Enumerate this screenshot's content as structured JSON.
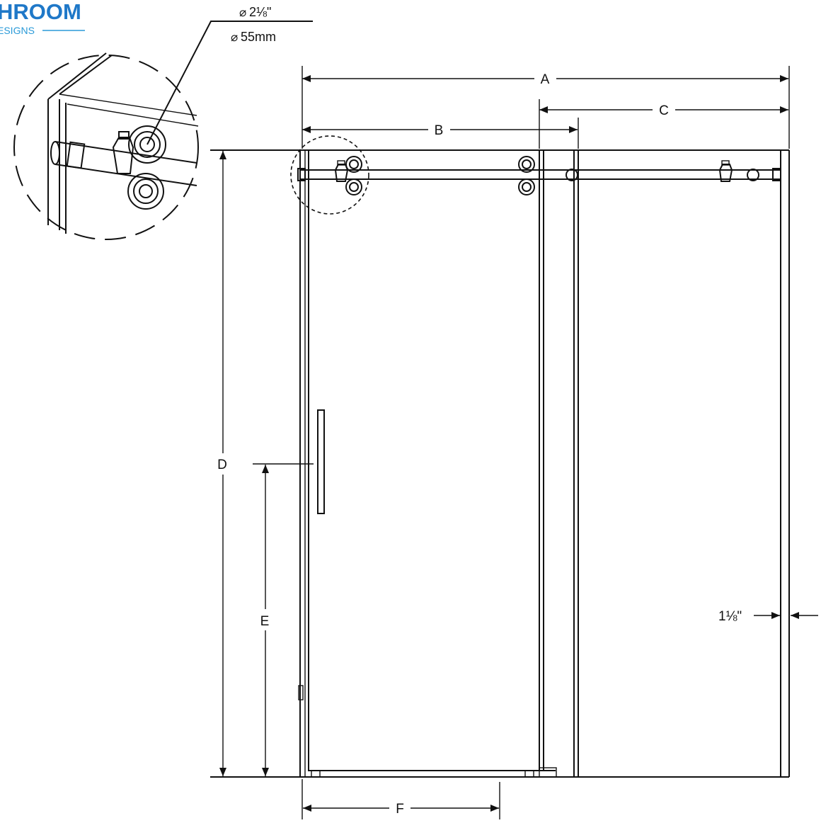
{
  "logo": {
    "main": "HROOM",
    "sub": "ESIGNS",
    "color": "#1f78c8"
  },
  "detail": {
    "diameter_in": "2⅛\"",
    "diameter_mm": "55mm",
    "diameter_symbol": "⌀"
  },
  "dimensions": {
    "a": "A",
    "b": "B",
    "c": "C",
    "d": "D",
    "e": "E",
    "f": "F",
    "thickness": "1⅛\""
  }
}
